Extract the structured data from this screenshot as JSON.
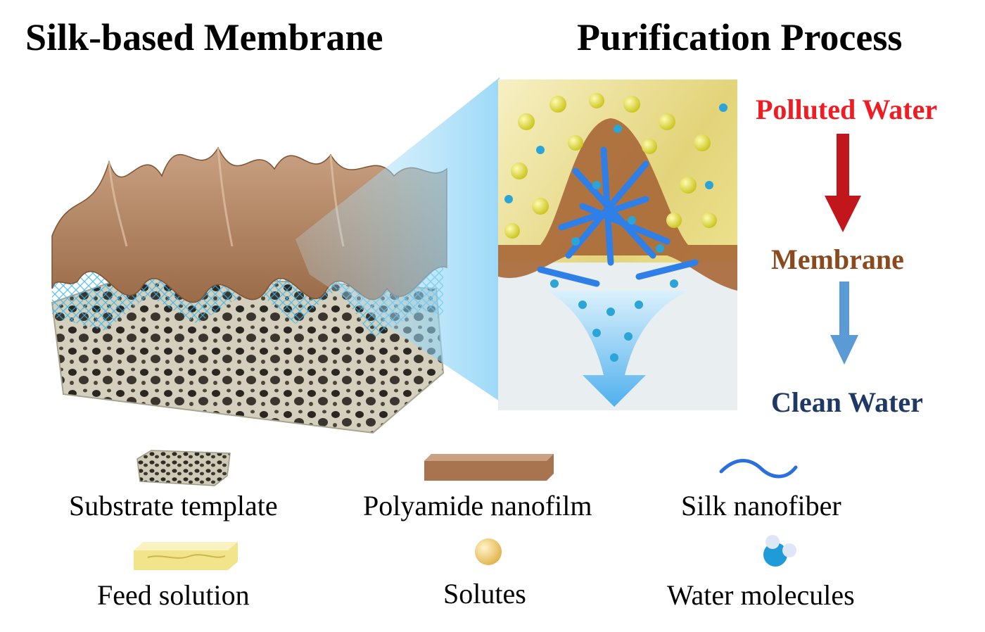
{
  "titles": {
    "left": "Silk-based Membrane",
    "right": "Purification Process"
  },
  "flow": {
    "polluted": "Polluted Water",
    "membrane": "Membrane",
    "clean": "Clean Water"
  },
  "legend": {
    "substrate": "Substrate template",
    "polyamide": "Polyamide nanofilm",
    "silk": "Silk nanofiber",
    "feed": "Feed solution",
    "solutes": "Solutes",
    "water": "Water molecules"
  },
  "colors": {
    "polluted": "#ee1d23",
    "membrane": "#8a4a1e",
    "clean": "#1f3864",
    "polyamide": "#b0825e",
    "silk": "#2f7fe8",
    "feed": "#f3e58a",
    "solute": "#e8e23a",
    "water": "#2ba4d8",
    "substrate": "#c9c4b0"
  },
  "icons": {
    "arrow_polluted": "down-arrow-red",
    "arrow_clean": "down-arrow-blue"
  }
}
